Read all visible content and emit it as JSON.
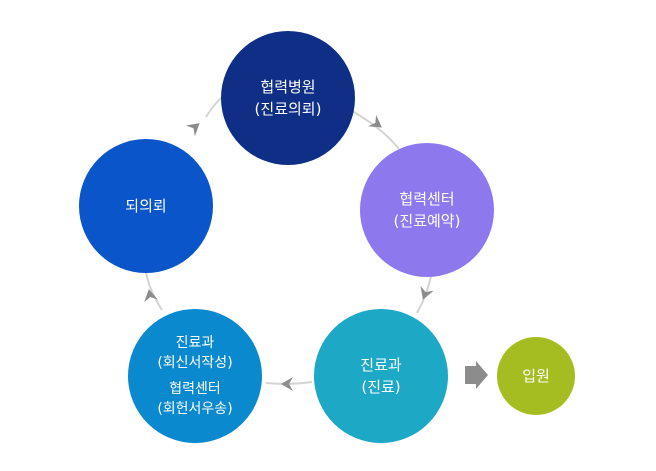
{
  "nodes": {
    "hospital": {
      "line1": "협력병원",
      "line2": "(진료의뢰)",
      "color": "#0f2f86"
    },
    "center": {
      "line1": "협력센터",
      "line2": "(진료예약)",
      "color": "#8d78ee"
    },
    "dept": {
      "line1": "진료과",
      "line2": "(진료)",
      "color": "#1da9c6"
    },
    "reply": {
      "line1": "진료과",
      "line2": "(회신서작성)",
      "line3": "협력센터",
      "line4": "(회헌서우송)",
      "color": "#0b89cf"
    },
    "back": {
      "line1": "되의뢰",
      "color": "#0a55c9"
    },
    "admit": {
      "line1": "입원",
      "color": "#a6bd22"
    }
  },
  "colors": {
    "ring": "#d4d4d4",
    "arrow": "#8c8c8c"
  }
}
